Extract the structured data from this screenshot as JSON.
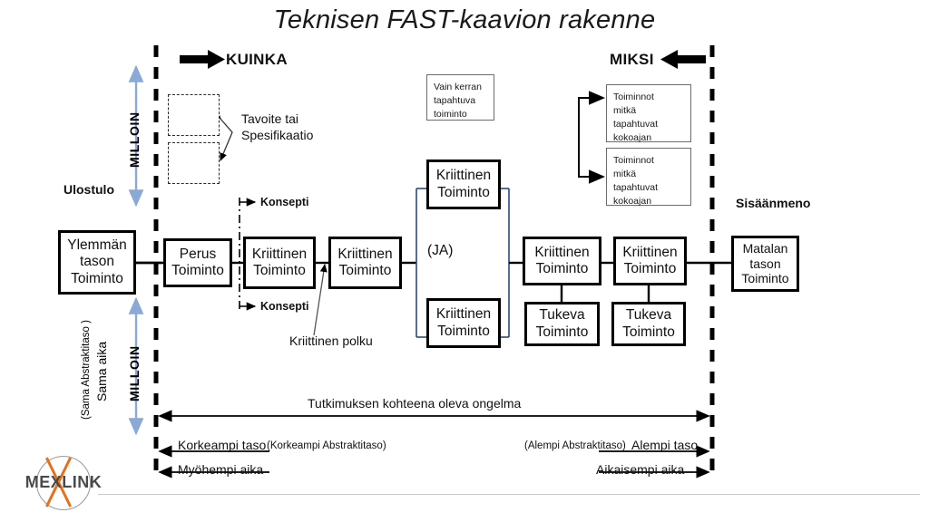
{
  "title": "Teknisen FAST-kaavion rakenne",
  "direction_markers": {
    "left_label": "KUINKA",
    "right_label": "MIKSI"
  },
  "axis_labels": {
    "output": "Ulostulo",
    "input": "Sisäänmeno",
    "when_top": "MILLOIN",
    "when_bottom": "MILLOIN",
    "same_time_line1": "Sama aika",
    "same_time_line2": "(Sama Abstraktitaso )"
  },
  "boxes": {
    "higher_level": {
      "l1": "Ylemmän",
      "l2": "tason",
      "l3": "Toiminto"
    },
    "basic": {
      "l1": "Perus",
      "l2": "Toiminto"
    },
    "critical_1": {
      "l1": "Kriittinen",
      "l2": "Toiminto"
    },
    "critical_2": {
      "l1": "Kriittinen",
      "l2": "Toiminto"
    },
    "and_critical_top": {
      "l1": "Kriittinen",
      "l2": "Toiminto"
    },
    "and_critical_bottom": {
      "l1": "Kriittinen",
      "l2": "Toiminto"
    },
    "and_gate": "(JA)",
    "critical_3": {
      "l1": "Kriittinen",
      "l2": "Toiminto"
    },
    "critical_4": {
      "l1": "Kriittinen",
      "l2": "Toiminto"
    },
    "support_1": {
      "l1": "Tukeva",
      "l2": "Toiminto"
    },
    "support_2": {
      "l1": "Tukeva",
      "l2": "Toiminto"
    },
    "lower_level": {
      "l1": "Matalan",
      "l2": "tason",
      "l3": "Toiminto"
    }
  },
  "notes": {
    "goal_spec": {
      "l1": "Tavoite tai",
      "l2": "Spesifikaatio"
    },
    "once_only": {
      "l1": "Vain kerran",
      "l2": "tapahtuva",
      "l3": "toiminto"
    },
    "always_1": {
      "l1": "Toiminnot",
      "l2": "mitkä",
      "l3": "tapahtuvat",
      "l4": "kokoajan"
    },
    "always_2": {
      "l1": "Toiminnot",
      "l2": "mitkä",
      "l3": "tapahtuvat",
      "l4": "kokoajan"
    }
  },
  "annotations": {
    "concept_top": "Konsepti",
    "concept_bottom": "Konsepti",
    "critical_path": "Kriittinen polku",
    "scope_arrow": "Tutkimuksen kohteena oleva ongelma",
    "higher_level_text": "Korkeampi taso",
    "higher_level_paren": "(Korkeampi  Abstraktitaso)",
    "later_time": "Myöhempi aika",
    "lower_level_paren": "(Alempi Abstraktitaso)",
    "lower_level_text": "Alempi taso",
    "earlier_time": "Aikaisempi aika"
  },
  "logo": {
    "text": "MEXLINK"
  },
  "colors": {
    "accent_blue": "#8aa9d6",
    "brand_orange": "#e8701a",
    "line_black": "#000000",
    "note_border": "#6b6b6b"
  }
}
